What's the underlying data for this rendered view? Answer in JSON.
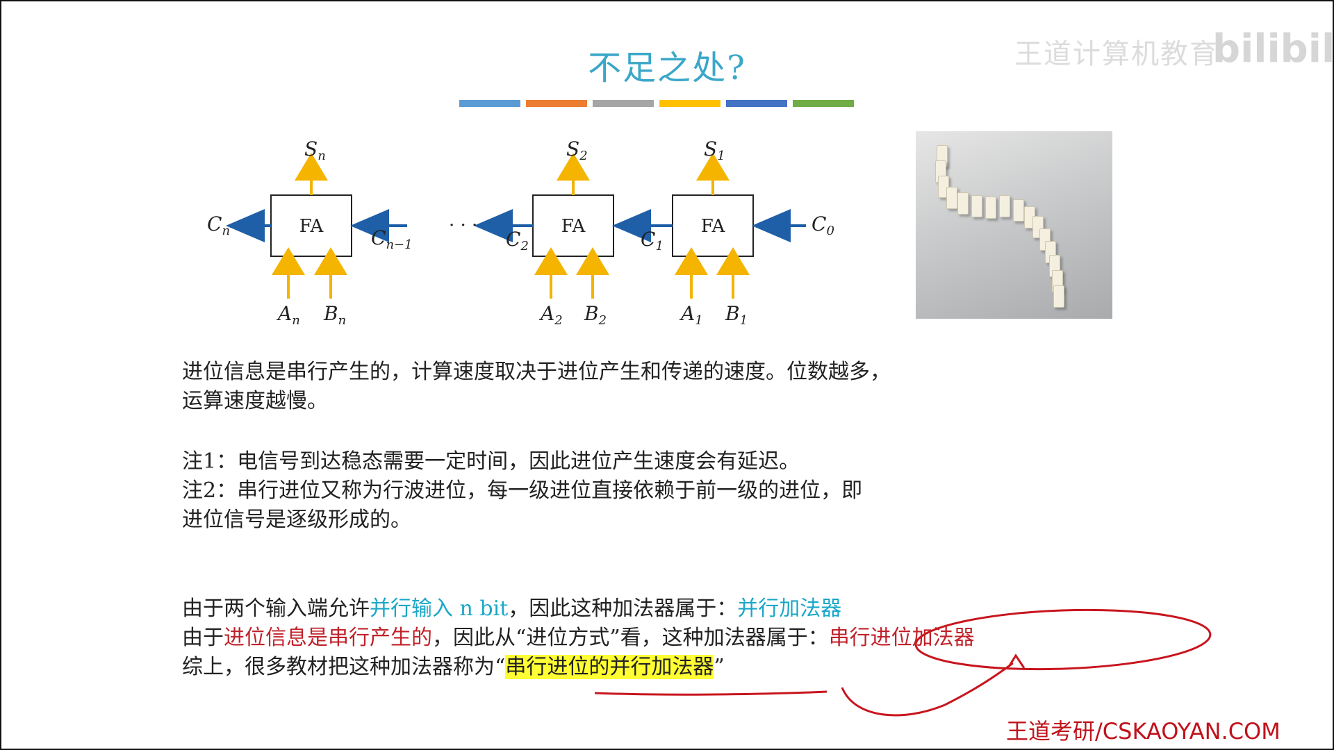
{
  "title": "不足之处?",
  "watermark": "王道计算机教育",
  "watermark_logo": "bilibili",
  "color_bars": [
    "#5b9bd5",
    "#ed7d31",
    "#a5a5a5",
    "#ffc000",
    "#4472c4",
    "#70ad47"
  ],
  "diagram": {
    "block_label": "FA",
    "ellipsis": "· · ·",
    "outputs": [
      {
        "base": "S",
        "sub": "n"
      },
      {
        "base": "S",
        "sub": "2"
      },
      {
        "base": "S",
        "sub": "1"
      }
    ],
    "carries": {
      "cn": {
        "base": "C",
        "sub": "n"
      },
      "cn1": {
        "base": "C",
        "sub": "n−1"
      },
      "c2": {
        "base": "C",
        "sub": "2"
      },
      "c1": {
        "base": "C",
        "sub": "1"
      },
      "c0": {
        "base": "C",
        "sub": "0"
      }
    },
    "inputs": [
      {
        "a": {
          "base": "A",
          "sub": "n"
        },
        "b": {
          "base": "B",
          "sub": "n"
        }
      },
      {
        "a": {
          "base": "A",
          "sub": "2"
        },
        "b": {
          "base": "B",
          "sub": "2"
        }
      },
      {
        "a": {
          "base": "A",
          "sub": "1"
        },
        "b": {
          "base": "B",
          "sub": "1"
        }
      }
    ]
  },
  "paragraph1": {
    "line1": "进位信息是串行产生的，计算速度取决于进位产生和传递的速度。位数越多，",
    "line2": "运算速度越慢。"
  },
  "notes": {
    "note1": "注1：电信号到达稳态需要一定时间，因此进位产生速度会有延迟。",
    "note2a": "注2：串行进位又称为行波进位，每一级进位直接依赖于前一级的进位，即",
    "note2b": "进位信号是逐级形成的。"
  },
  "summary": {
    "l1_a": "由于两个输入端允许",
    "l1_b": "并行输入 n bit",
    "l1_c": "，因此这种加法器属于：",
    "l1_d": "并行加法器",
    "l2_a": "由于",
    "l2_b": "进位信息是串行产生的",
    "l2_c": "，因此从“进位方式”看，这种加法器属于：",
    "l2_d": "串行进位加法器",
    "l3_a": "综上，很多教材把这种加法器称为“",
    "l3_b": "串行进位的并行加法器",
    "l3_c": "”"
  },
  "footer": "王道考研/CSKAOYAN.COM"
}
